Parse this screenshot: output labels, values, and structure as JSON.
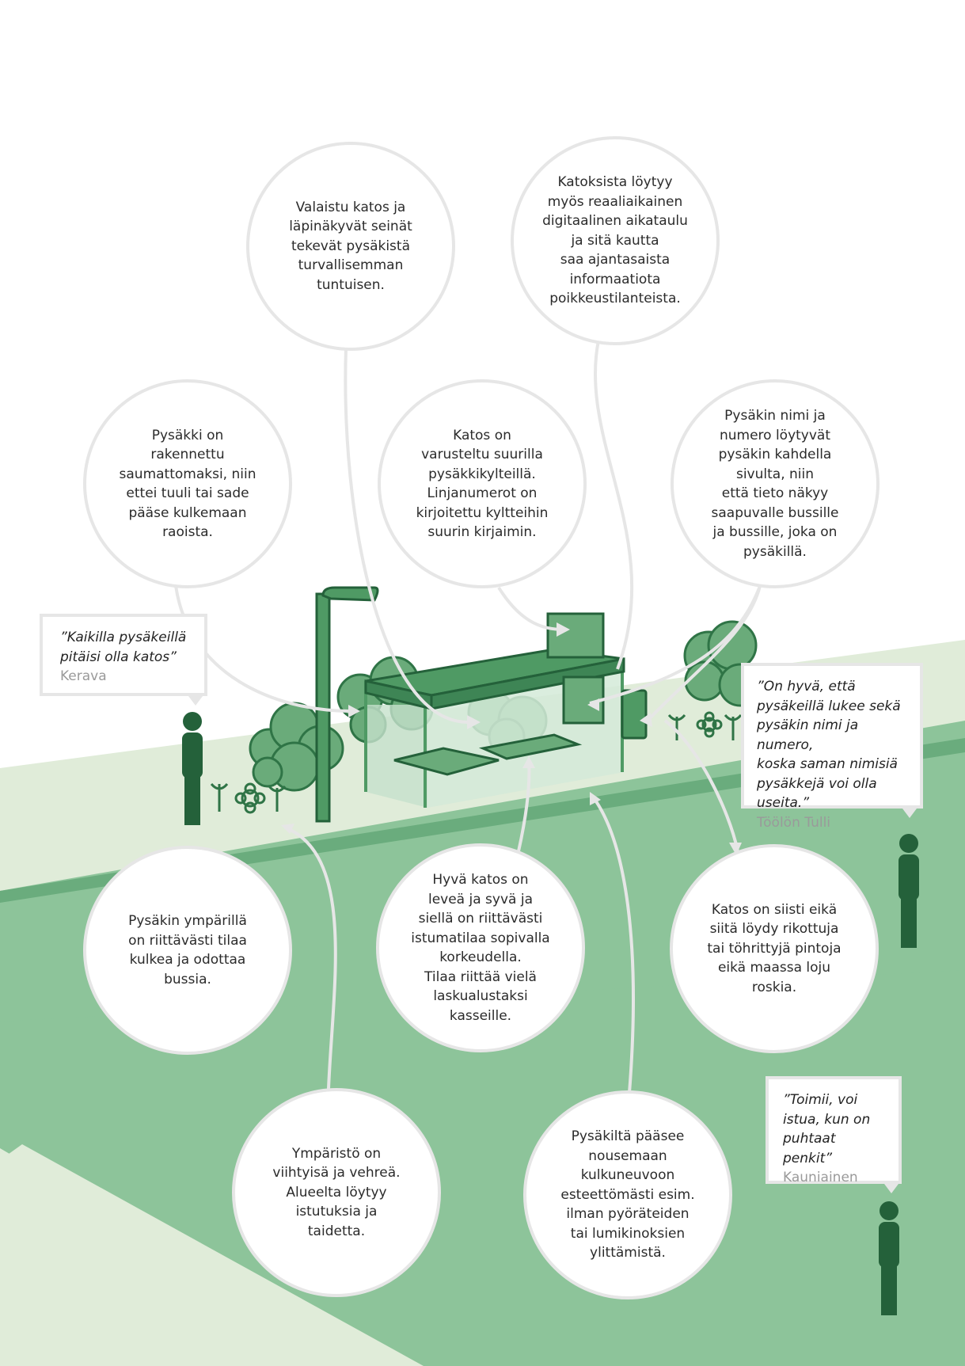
{
  "colors": {
    "dark_green": "#24613a",
    "mid_green": "#4f9a64",
    "light_green": "#8dc49a",
    "pale_green": "#e0ecd9",
    "bubble_border": "#e6e6e6"
  },
  "bubbles": {
    "lighting": "Valaistu katos ja\nläpinäkyvät seinät\ntekevät pysäkistä\nturvallisemman\ntuntuisen.",
    "digital_timetable": "Katoksista löytyy\nmyös reaaliaikainen\ndigitaalinen aikataulu\nja sitä kautta\nsaa ajantasaista\ninformaatiota\npoikkeustilanteista.",
    "seamless": "Pysäkki on\nrakennettu\nsaumattomaksi, niin\nettei tuuli tai sade\npääse kulkemaan\nraoista.",
    "signs": "Katos on\nvarusteltu suurilla\npysäkkikylteillä.\nLinjanumerot on\nkirjoitettu kyltteihin\nsuurin kirjaimin.",
    "name_number": "Pysäkin nimi ja\nnumero löytyvät\npysäkin kahdella\nsivulta, niin\nettä tieto näkyy\nsaapuvalle bussille\nja bussille, joka on\npysäkillä.",
    "space_around": "Pysäkin ympärillä\non riittävästi tilaa\nkulkea ja odottaa\nbussia.",
    "good_shelter": "Hyvä katos on\nleveä ja syvä ja\nsiellä on riittävästi\nistumatilaa sopivalla\nkorkeudella.\nTilaa riittää vielä\nlaskualustaksi\nkasseille.",
    "clean": "Katos on siisti eikä\nsiitä löydy rikottuja\ntai töhrittyjä pintoja\neikä maassa loju\nroskia.",
    "environment": "Ympäristö on\nviihtyisä ja vehreä.\nAlueelta löytyy\nistutuksia ja\ntaidetta.",
    "accessible": "Pysäkiltä pääsee\nnousemaan\nkulkuneuvoon\nesteettömästi esim.\nilman pyöräteiden\ntai lumikinoksien\nylittämistä."
  },
  "quotes": {
    "kerava": {
      "text": "”Kaikilla pysäkeillä\npitäisi olla katos”",
      "source": "Kerava"
    },
    "toolon_tulli": {
      "text": "”On hyvä, että\npysäkeillä lukee sekä\npysäkin nimi ja numero,\nkoska saman nimisiä\npysäkkejä voi olla\nuseita.”",
      "source": "Töölön Tulli"
    },
    "kauniainen": {
      "text": "”Toimii, voi\nistua, kun on\npuhtaat penkit”",
      "source": "Kauniainen"
    }
  }
}
